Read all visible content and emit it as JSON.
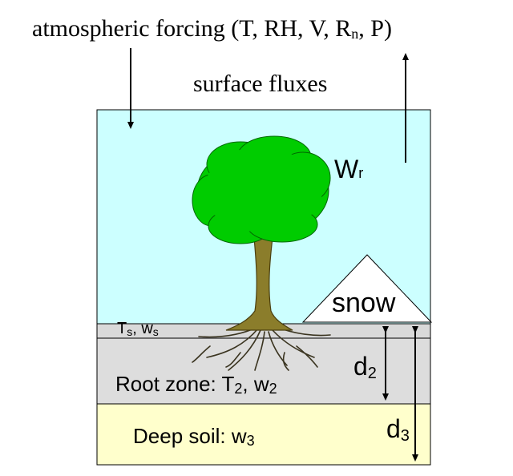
{
  "forcing": {
    "prefix": "atmospheric forcing (T, RH, V, R",
    "rn_sub": "n",
    "suffix": ", P)"
  },
  "surface_fluxes": "surface fluxes",
  "wr": {
    "main": "W",
    "sub": "r"
  },
  "snow": "snow",
  "surface_layer": {
    "t": "T",
    "t_sub": "s",
    "sep": ", ",
    "w": "w",
    "w_sub": "s"
  },
  "root_zone": {
    "label": "Root zone: T",
    "t_sub": "2",
    "sep": ", w",
    "w_sub": "2"
  },
  "deep_soil": {
    "label": "Deep soil: w",
    "w_sub": "3"
  },
  "d2": {
    "main": "d",
    "sub": "2"
  },
  "d3": {
    "main": "d",
    "sub": "3"
  },
  "colors": {
    "sky": "#CCFFFF",
    "surface_layer": "#D9D9D9",
    "root_zone": "#DDDDDD",
    "deep_soil": "#FFFFCC",
    "canopy": "#00CC00",
    "trunk": "#8B7D2B"
  }
}
